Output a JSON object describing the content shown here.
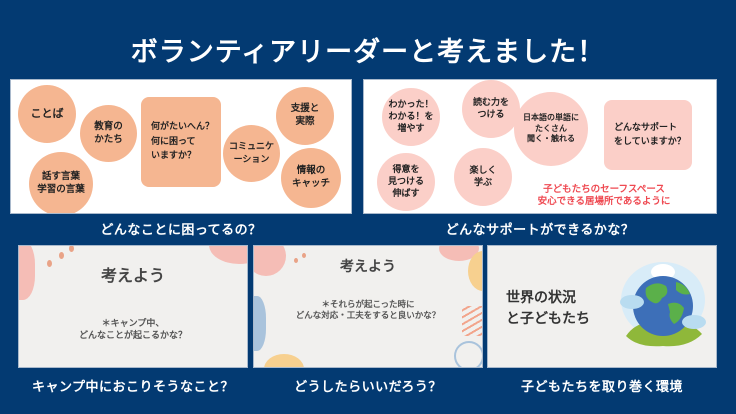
{
  "title": "ボランティアリーダーと考えました！",
  "colors": {
    "background": "#033a72",
    "bubble_orange": "#f5b691",
    "bubble_pink": "#fbcfc8",
    "accent_red": "#ef4a52"
  },
  "panels": {
    "challenges": {
      "caption": "どんなことに困ってるの？",
      "center_question": "何がたいへん？\n何に困って\nいますか？",
      "bubbles": [
        "ことば",
        "教育の\nかたち",
        "話す言葉\n学習の言葉",
        "コミュニケ\nーション",
        "支援と\n実際",
        "情報の\nキャッチ"
      ]
    },
    "support": {
      "caption": "どんなサポートができるかな？",
      "center_question": "どんなサポート\nをしていますか？",
      "bubbles": [
        "わかった！\nわかる！を\n増やす",
        "読む力を\nつける",
        "日本語の単語に\nたくさん\n聞く・触れる",
        "得意を\n見つける\n伸ばす",
        "楽しく\n学ぶ"
      ],
      "note": "子どもたちのセーフスペース\n安心できる居場所であるように"
    },
    "camp": {
      "caption": "キャンプ中におこりそうなこと？",
      "heading": "考えよう",
      "prompt": "＊キャンプ中、\nどんなことが起こるかな？"
    },
    "response": {
      "caption": "どうしたらいいだろう？",
      "heading": "考えよう",
      "prompt": "＊それらが起こった時に\nどんな対応・工夫をすると良いかな？"
    },
    "world": {
      "caption": "子どもたちを取り巻く環境",
      "heading": "世界の状況\nと子どもたち",
      "icon": "globe-icon"
    }
  }
}
